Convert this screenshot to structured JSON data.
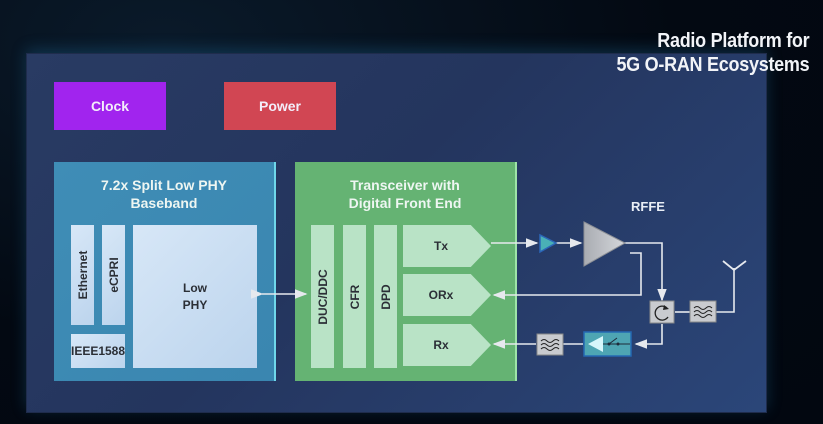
{
  "title": {
    "line1": "Radio Platform for",
    "line2": "5G O-RAN Ecosystems"
  },
  "chips": {
    "clock": "Clock",
    "power": "Power"
  },
  "baseband": {
    "title_line1": "7.2x Split Low PHY",
    "title_line2": "Baseband",
    "ethernet": "Ethernet",
    "ecpri": "eCPRI",
    "ieee": "IEEE1588",
    "lowphy_line1": "Low",
    "lowphy_line2": "PHY"
  },
  "transceiver": {
    "title_line1": "Transceiver with",
    "title_line2": "Digital Front End",
    "ducddc": "DUC/DDC",
    "cfr": "CFR",
    "dpd": "DPD",
    "tx": "Tx",
    "orx": "ORx",
    "rx": "Rx"
  },
  "rffe": {
    "label": "RFFE"
  },
  "colors": {
    "clock": "#a124ee",
    "power": "#d14653",
    "baseband": "#3f8db6",
    "transceiver": "#65b373",
    "panel": "#293b63"
  }
}
